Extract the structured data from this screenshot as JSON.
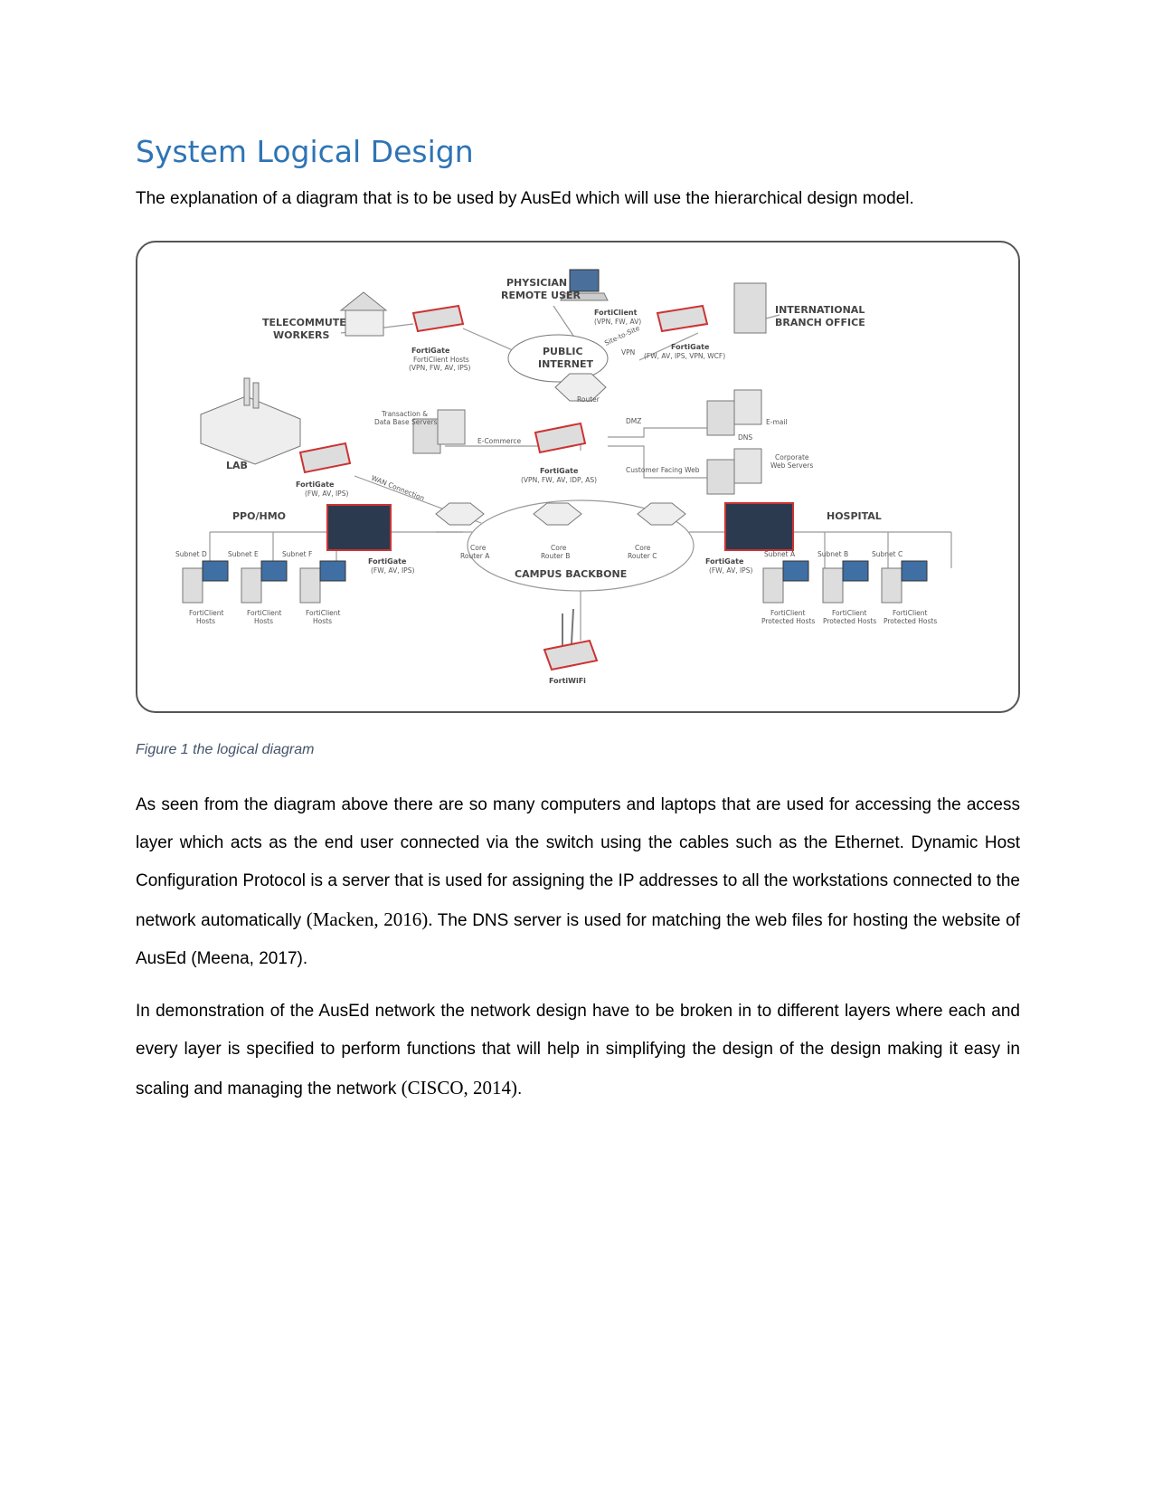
{
  "heading": "System Logical Design",
  "intro": "The explanation of a diagram that is to be used by AusEd which will use the hierarchical design model.",
  "diagram": {
    "labels": {
      "physician": [
        "PHYSICIAN",
        "REMOTE USER"
      ],
      "telecommute": [
        "TELECOMMUTE",
        "WORKERS"
      ],
      "international": [
        "INTERNATIONAL",
        "BRANCH OFFICE"
      ],
      "public_internet": [
        "PUBLIC",
        "INTERNET"
      ],
      "forticlient": "FortiClient",
      "forticlient_features": "(VPN, FW, AV)",
      "fortigate": "FortiGate",
      "telecommute_hosts": [
        "FortiClient Hosts",
        "(VPN, FW, AV, IPS)"
      ],
      "branch_features": "(FW, AV, IPS, VPN, WCF)",
      "site_to_site": "Site-to-Site",
      "vpn": "VPN",
      "router": "Router",
      "transaction": [
        "Transaction &",
        "Data Base Servers"
      ],
      "ecommerce": "E-Commerce",
      "dmz": "DMZ",
      "customer_facing": "Customer Facing Web",
      "email": "E-mail",
      "dns": "DNS",
      "corporate": [
        "Corporate",
        "Web Servers"
      ],
      "core_fortigate_features": "(VPN, FW, AV, IDP, AS)",
      "lab": "LAB",
      "lab_features": "(FW, AV, IPS)",
      "wan": "WAN Connection",
      "ppo": "PPO/HMO",
      "hospital": "HOSPITAL",
      "ppo_features": "(FW, AV, IPS)",
      "hospital_features": "(FW, AV, IPS)",
      "core_a": [
        "Core",
        "Router A"
      ],
      "core_b": [
        "Core",
        "Router B"
      ],
      "core_c": [
        "Core",
        "Router C"
      ],
      "campus_backbone": "CAMPUS BACKBONE",
      "subnets_left": [
        "Subnet D",
        "Subnet E",
        "Subnet F"
      ],
      "subnets_right": [
        "Subnet A",
        "Subnet B",
        "Subnet C"
      ],
      "hosts_left": [
        "FortiClient",
        "Hosts"
      ],
      "hosts_right": [
        "FortiClient",
        "Protected Hosts"
      ],
      "fortiwifi": "FortiWiFi"
    }
  },
  "caption": "Figure 1 the logical diagram",
  "paragraph1": {
    "text_a": "As seen from the diagram above there are so many computers and laptops that are used for accessing the access layer which acts as the end user connected via the switch using the cables such as the Ethernet.  Dynamic Host Configuration Protocol is a server that is used for assigning the IP addresses to all the workstations connected to the network automatically ",
    "cite_a": "(Macken, 2016).",
    "text_b": "  The DNS server is used for matching the web files for hosting the website of AusEd (Meena, 2017)."
  },
  "paragraph2": {
    "text_a": "In demonstration of the AusEd network the network design have to be broken in to different layers where each and every layer is specified to perform functions that will help in simplifying the design of the design making it easy in scaling and managing the network ",
    "cite_a": "(CISCO, 2014)",
    "text_b": "."
  }
}
